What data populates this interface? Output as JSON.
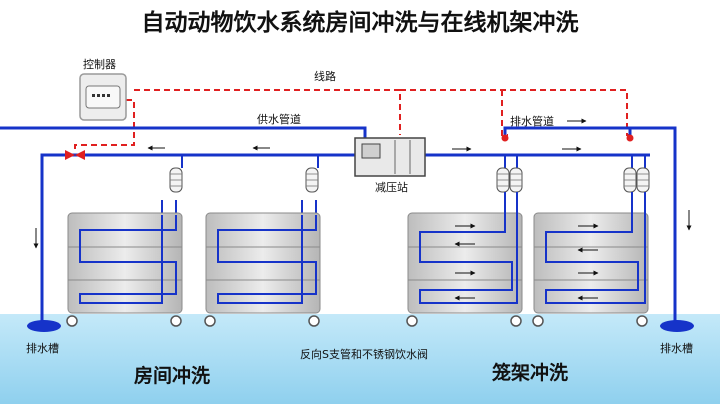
{
  "title": "自动动物饮水系统房间冲洗与在线机架冲洗",
  "labels": {
    "controller": "控制器",
    "wiring": "线路",
    "supply_pipe": "供水管道",
    "drain_pipe": "排水管道",
    "pressure_station": "减压站",
    "drain_trough_left": "排水槽",
    "drain_trough_right": "排水槽",
    "valve_note": "反向S支管和不锈钢饮水阀",
    "room_flush": "房间冲洗",
    "rack_flush": "笼架冲洗"
  },
  "colors": {
    "pipe": "#1633c9",
    "wire": "#e02020",
    "floor": "#a8dcf2",
    "rack": "#d6d6d6",
    "rack_edge": "#8a8a8a"
  }
}
